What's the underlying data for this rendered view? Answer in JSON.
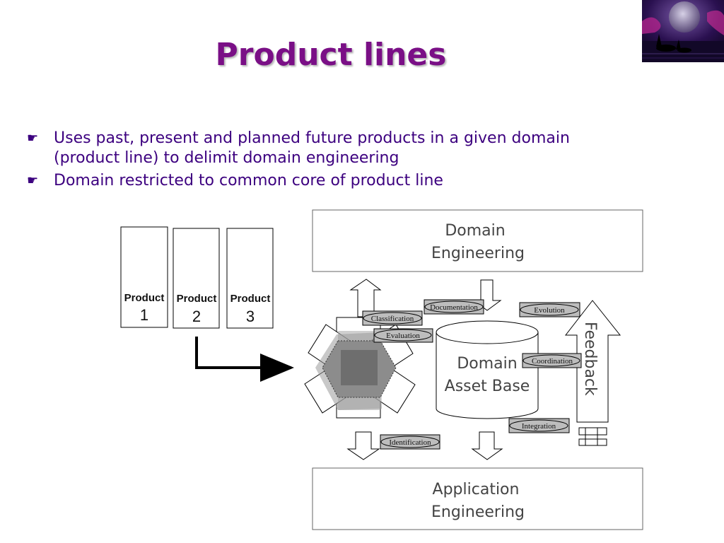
{
  "slide": {
    "title": "Product lines",
    "bullets": [
      "Uses past, present and planned future products in a given domain (product line) to delimit domain engineering",
      "Domain restricted to common core of product line"
    ]
  },
  "diagram": {
    "products": [
      {
        "label": "Product",
        "number": "1"
      },
      {
        "label": "Product",
        "number": "2"
      },
      {
        "label": "Product",
        "number": "3"
      }
    ],
    "domain_engineering": [
      "Domain",
      "Engineering"
    ],
    "application_engineering": [
      "Application",
      "Engineering"
    ],
    "asset_base": [
      "Domain",
      "Asset Base"
    ],
    "feedback": "Feedback",
    "activities": {
      "classification": "Classification",
      "evaluation": "Evaluation",
      "documentation": "Documentation",
      "evolution": "Evolution",
      "coordination": "Coordination",
      "integration": "Integration",
      "identification": "Identification"
    }
  },
  "colors": {
    "title": "#7a0f86",
    "bullet_text": "#3c007f",
    "label_fill": "#bdbdbd",
    "shape_fill": "#a8a8a8",
    "shape_dark": "#7a7a7a"
  },
  "icons": {
    "bullet": "pointing-hand-icon",
    "corner_image": "night-scene-image"
  }
}
